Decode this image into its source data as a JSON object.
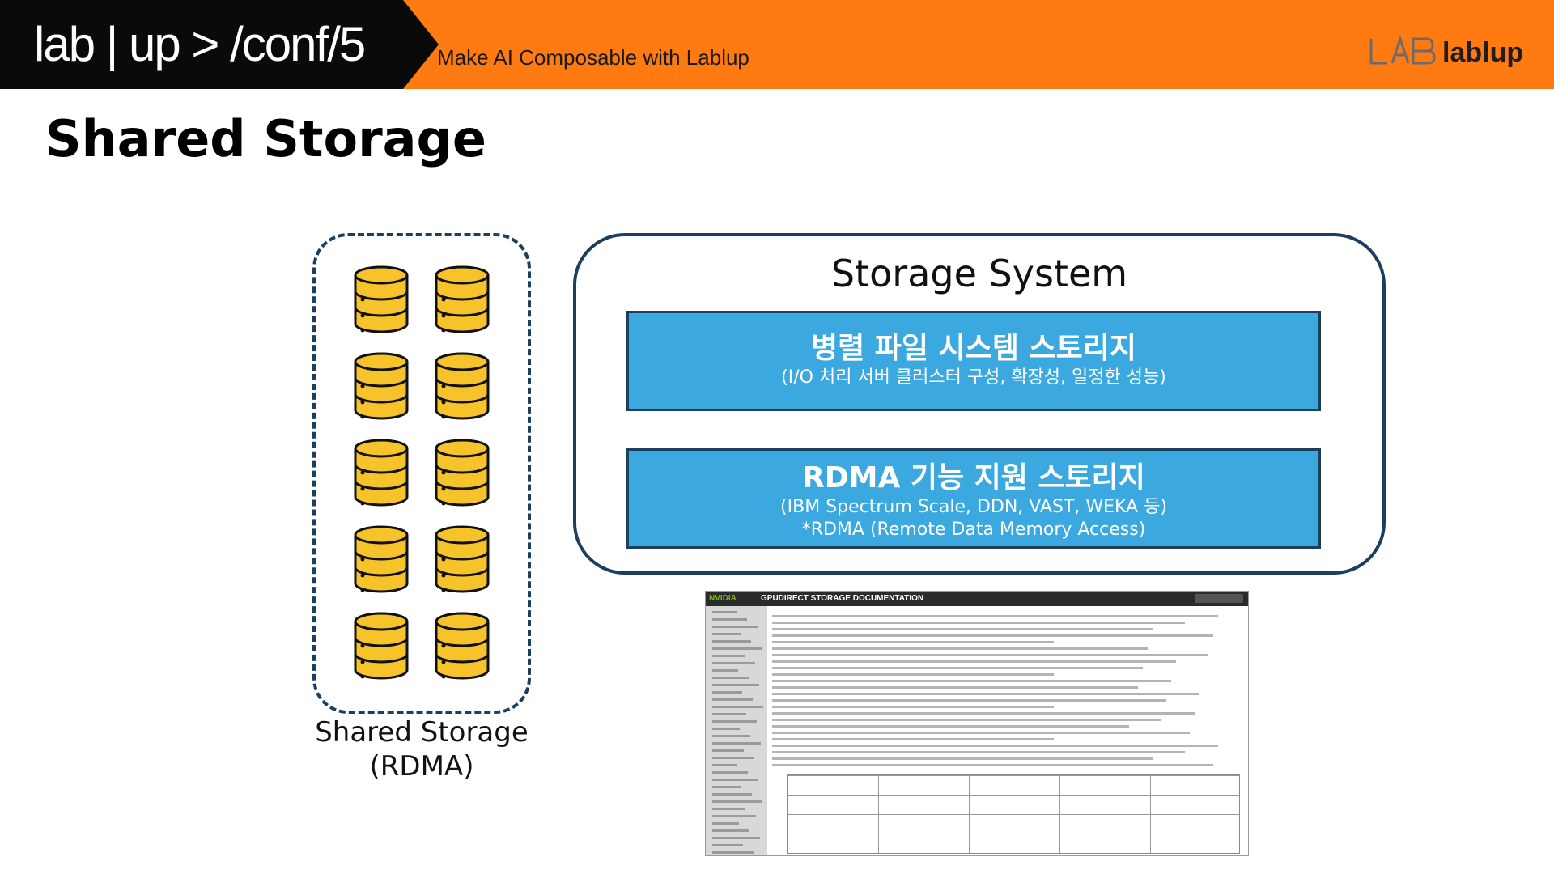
{
  "header": {
    "brand": "lab | up > /conf/5",
    "tagline": "Make AI Composable with Lablup",
    "logo_text": "lablup",
    "logo_mark": "lablup-logo-icon"
  },
  "page": {
    "title": "Shared Storage"
  },
  "shared_storage": {
    "icon": "database-icon",
    "count": 10,
    "label_line1": "Shared Storage",
    "label_line2": "(RDMA)"
  },
  "storage_system": {
    "title": "Storage System",
    "tiers": [
      {
        "title": "병렬 파일 시스템 스토리지",
        "subtitle": "(I/O 처리 서버 클러스터 구성, 확장성, 일정한 성능)"
      },
      {
        "title": "RDMA 기능 지원 스토리지",
        "subtitle": "(IBM Spectrum Scale, DDN, VAST, WEKA 등)",
        "note": "*RDMA (Remote Data Memory Access)"
      }
    ]
  },
  "doc_screenshot": {
    "brand": "NVIDIA",
    "heading": "GPUDIRECT STORAGE DOCUMENTATION"
  },
  "colors": {
    "header_orange": "#ff7a10",
    "brand_black": "#0a0a0a",
    "tier_blue": "#3ba9e0",
    "outline_navy": "#1b3f5c",
    "db_gold": "#f6c32a"
  }
}
